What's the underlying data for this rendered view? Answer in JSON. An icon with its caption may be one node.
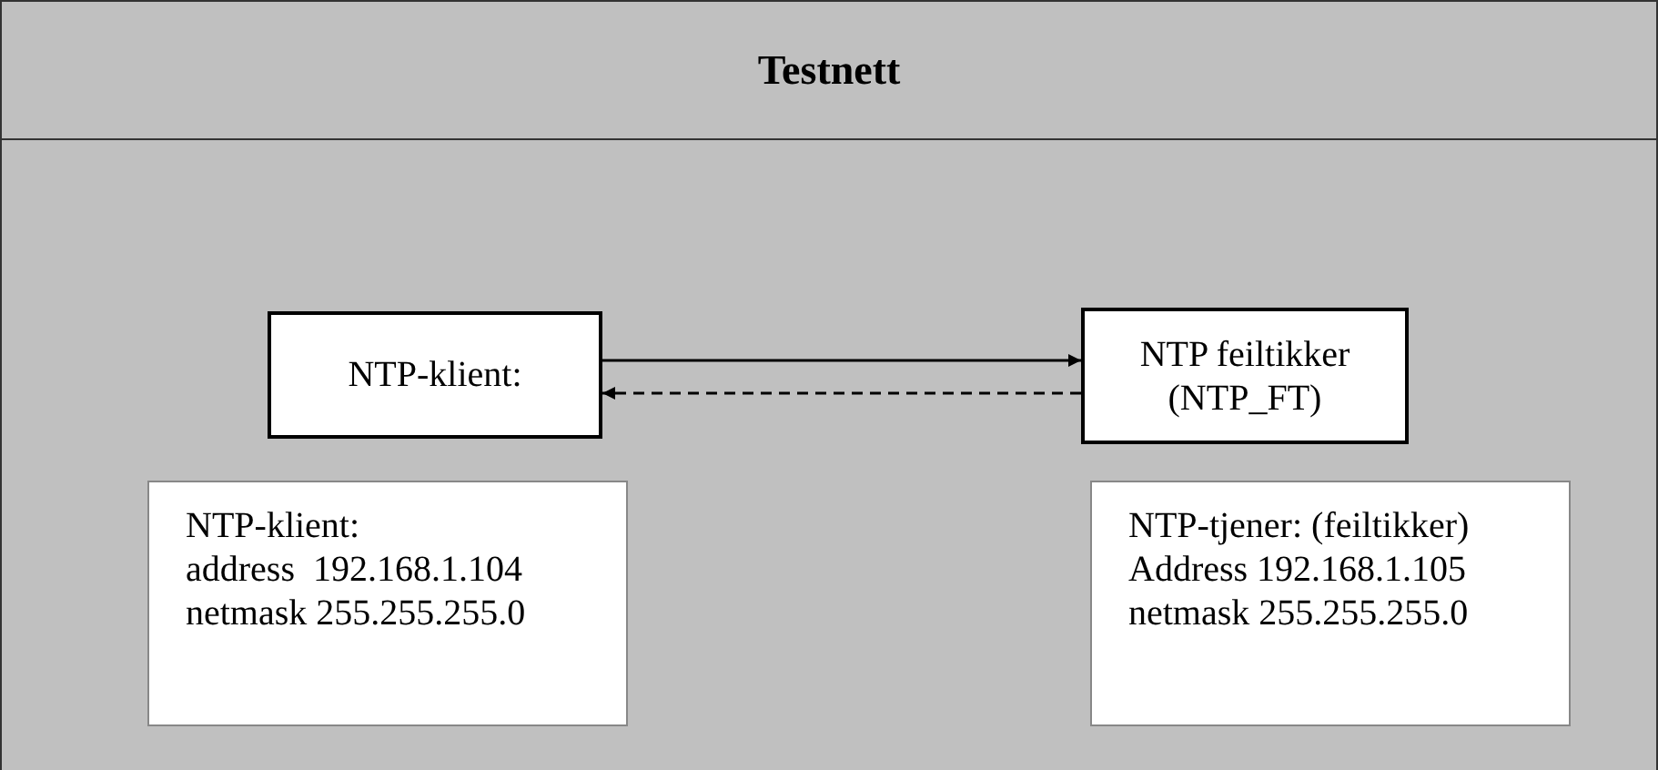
{
  "diagram": {
    "nodes": [
      {
        "text": [
          "Testnett"
        ]
      },
      {
        "text": [
          "NTP-klient:"
        ],
        "in": 0
      },
      {
        "text": [
          "NTP feiltikker (NTP_FT)"
        ],
        "in": 0
      },
      {
        "text": [
          "NTP-klient:",
          "address  192.168.1.104",
          "netmask 255.255.255.0"
        ],
        "in": 0
      },
      {
        "text": [
          "NTP-tjener: (feiltikker)",
          "Address 192.168.1.105",
          "netmask 255.255.255.0"
        ],
        "in": 0
      }
    ],
    "edges": [
      {
        "from": 1,
        "to": 2,
        "arrow": "to"
      },
      {
        "from": 2,
        "to": 1,
        "arrow": "to",
        "style": "dashed"
      }
    ]
  }
}
